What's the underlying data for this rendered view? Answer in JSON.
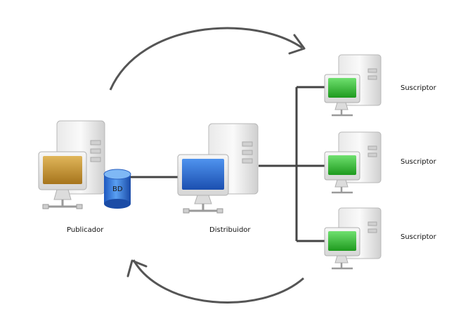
{
  "nodes": {
    "publisher": {
      "label": "Publicador",
      "screen_color": "#c8962e"
    },
    "database": {
      "label": "BD",
      "color": "#3a78d8"
    },
    "distributor": {
      "label": "Distribuidor",
      "screen_color": "#2f6fd6"
    },
    "subscribers": [
      {
        "label": "Suscriptor",
        "screen_color": "#2fb52f"
      },
      {
        "label": "Suscriptor",
        "screen_color": "#2fb52f"
      },
      {
        "label": "Suscriptor",
        "screen_color": "#2fb52f"
      }
    ]
  },
  "colors": {
    "line": "#444444",
    "arrow": "#555555"
  }
}
